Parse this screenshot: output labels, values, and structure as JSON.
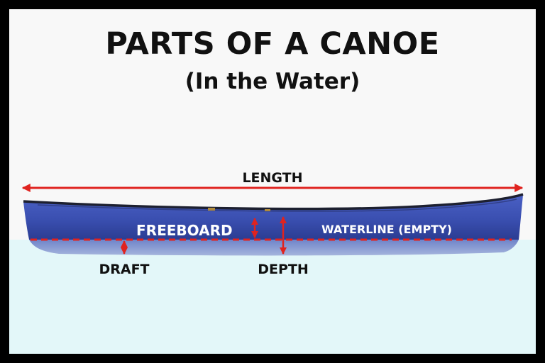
{
  "title": "PARTS OF A CANOE",
  "subtitle": "(In the Water)",
  "labels": {
    "length": "LENGTH",
    "freeboard": "FREEBOARD",
    "waterline": "WATERLINE (EMPTY)",
    "draft": "DRAFT",
    "depth": "DEPTH"
  },
  "colors": {
    "water": "#e3f7f9",
    "hull": "#3a4fb0",
    "hull_dark": "#24337f",
    "measure": "#e0231f",
    "text_dark": "#111111",
    "text_light": "#ffffff"
  }
}
